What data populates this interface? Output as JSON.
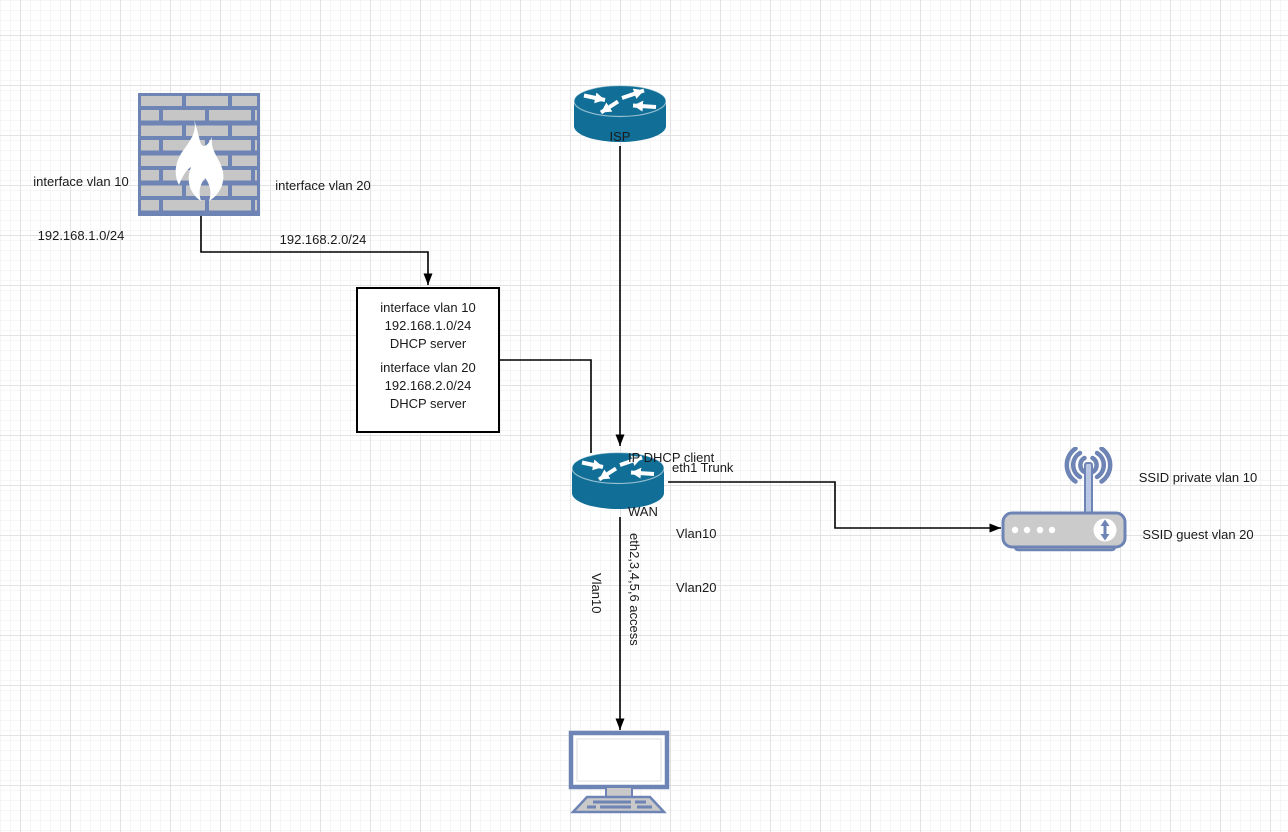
{
  "colors": {
    "device_blue": "#116e97",
    "accent_slate": "#6d84b4",
    "device_gray": "#c9c9c9",
    "connector_black": "#000000"
  },
  "firewall": {
    "left_label": [
      "interface vlan 10",
      "192.168.1.0/24"
    ],
    "right_label": [
      "interface vlan 20",
      "192.168.2.0/24"
    ]
  },
  "isp": {
    "label": "ISP"
  },
  "config_box": {
    "vlan10": [
      "interface vlan 10",
      "192.168.1.0/24",
      "DHCP server"
    ],
    "vlan20": [
      "interface vlan 20",
      "192.168.2.0/24",
      "DHCP server"
    ]
  },
  "router": {
    "wan_label": [
      "IP DHCP client",
      "WAN"
    ],
    "trunk_port_label": "eth1 Trunk",
    "trunk_vlans": [
      "Vlan10",
      "Vlan20"
    ],
    "access_ports_label": "eth2,3,4,5,6 access",
    "access_vlan_label": "Vlan10"
  },
  "access_point": {
    "ssid_labels": [
      "SSID private vlan 10",
      "SSID guest vlan 20"
    ]
  }
}
